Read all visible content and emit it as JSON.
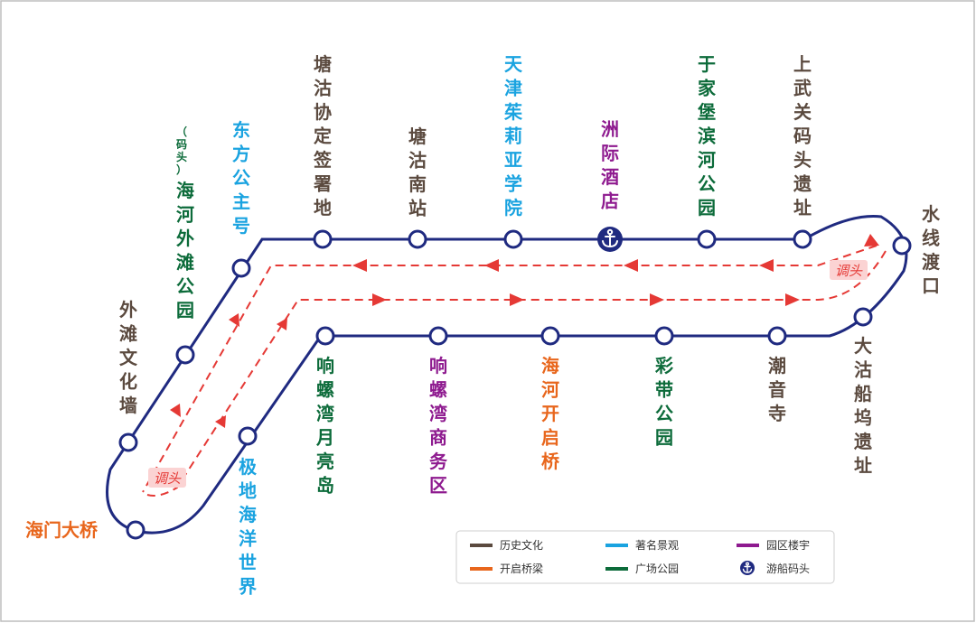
{
  "colors": {
    "route": "#1f2a80",
    "arrow": "#e53935",
    "history": "#5b4a3f",
    "scenic": "#1aa3e0",
    "park": "#0c6b3a",
    "building": "#8e1a8f",
    "bridge": "#e8661c",
    "frame": "#bdbdbd"
  },
  "stations": {
    "shangwu": "上武关码头遗址",
    "yujiapu": "于家堡滨河公园",
    "zhouji": "洲际酒店",
    "molia": "天津茱莉亚学院",
    "tanggunan": "塘沽南站",
    "xieding": "塘沽协定签署地",
    "dongfang": "东方公主号",
    "haihe_park": "海河外滩公园",
    "pier_note": "（码头）",
    "bund_wall": "外滩文化墙",
    "haimen": "海门大桥",
    "jidi": "极地海洋世界",
    "xiangluo_moon": "响螺湾月亮岛",
    "xiangluo_biz": "响螺湾商务区",
    "haihe_bridge": "海河开启桥",
    "caidai": "彩带公园",
    "chaoyin": "潮音寺",
    "dagu": "大沽船坞遗址",
    "shuixian": "水线渡口"
  },
  "turnaround_label": "调头",
  "legend": {
    "history": "历史文化",
    "scenic": "著名景观",
    "building": "园区楼宇",
    "bridge": "开启桥梁",
    "park": "广场公园",
    "pier": "游船码头"
  },
  "icons": {
    "pier": "anchor-icon"
  }
}
